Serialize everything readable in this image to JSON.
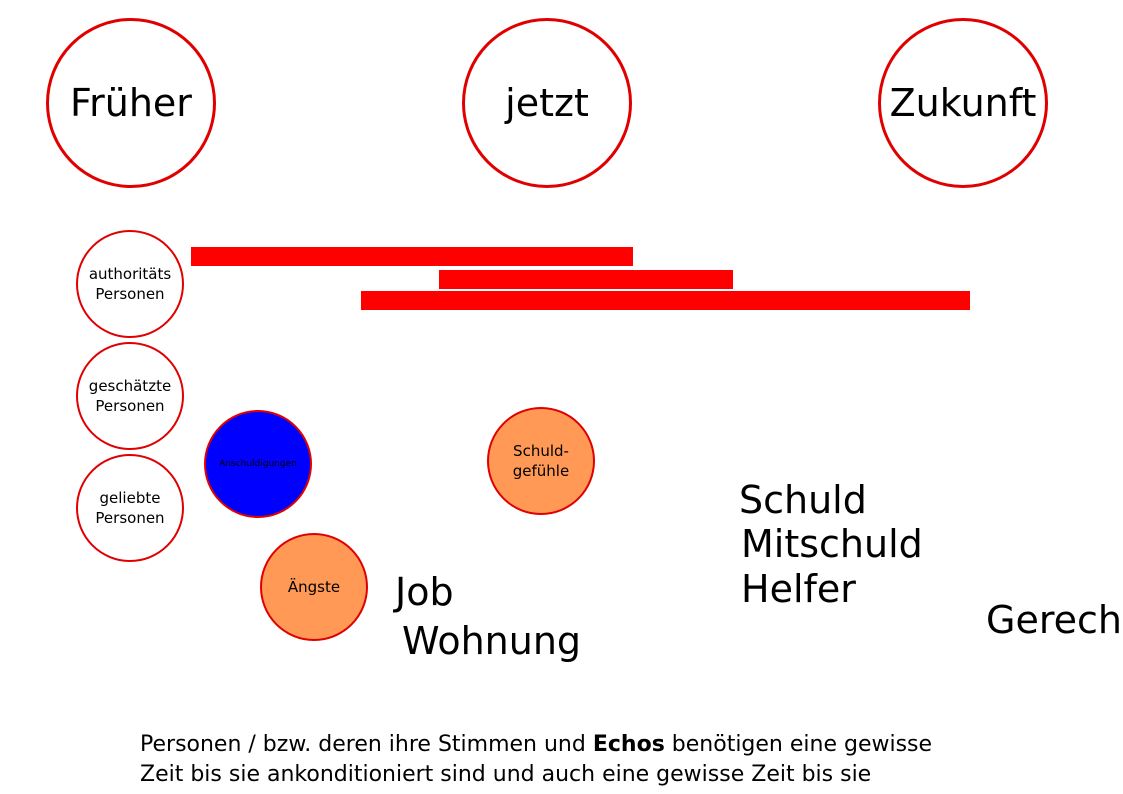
{
  "timeline": {
    "past": "Früher",
    "now": "jetzt",
    "future": "Zukunft"
  },
  "persons": {
    "authority": [
      "authoritäts",
      "Personen"
    ],
    "valued": [
      "geschätzte",
      "Personen"
    ],
    "loved": [
      "geliebte",
      "Personen"
    ]
  },
  "bubbles": {
    "accusations": "Anschuldigungen",
    "guilt_feelings": [
      "Schuld-",
      "gefühle"
    ],
    "fears": "Ängste"
  },
  "words": {
    "job": "Job",
    "housing": "Wohnung",
    "guilt": "Schuld",
    "complicity": "Mitschuld",
    "helper": "Helfer",
    "justice_partial": "Gerech"
  },
  "caption": {
    "part1": "Personen / bzw. deren ihre Stimmen und ",
    "bold": "Echos",
    "part2": " benötigen eine gewisse",
    "line2": "Zeit bis sie ankonditioniert sind und auch eine gewisse Zeit bis sie"
  },
  "colors": {
    "circle_border": "#e00000",
    "bar": "#ff0000",
    "orange": "#ff9955",
    "blue": "#0000ff"
  }
}
